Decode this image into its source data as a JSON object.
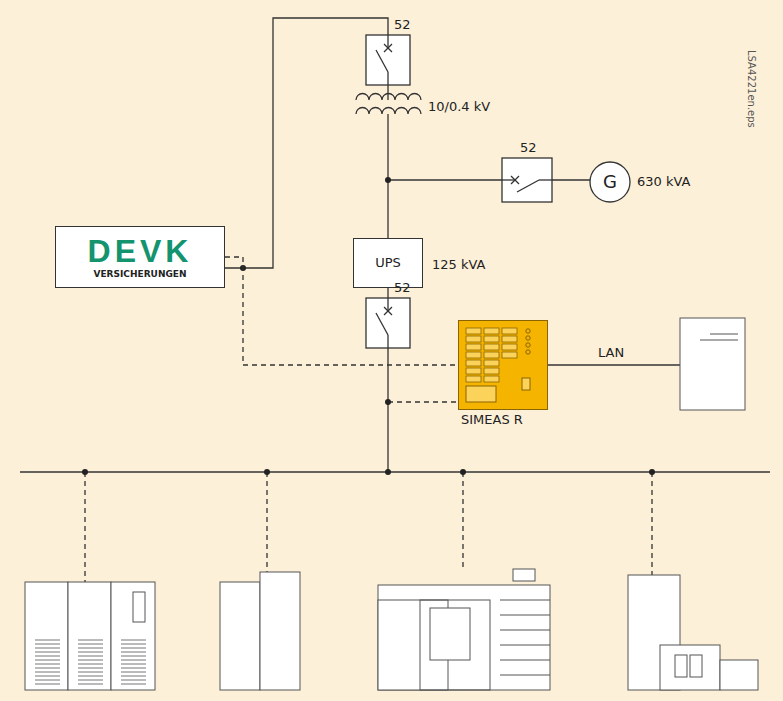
{
  "diagram": {
    "nodes": [
      {
        "text": [
          "DEVK",
          "VERSICHERUNGEN"
        ]
      },
      {
        "text": [
          "UPS"
        ]
      },
      {
        "text": [
          "G"
        ]
      },
      {
        "text": [
          "SIMEAS R"
        ]
      }
    ],
    "edges": [
      {
        "from": 0,
        "to": 3,
        "arrow": "none"
      }
    ],
    "labels": [
      "52",
      "10/0.4 kV",
      "52",
      "630 kVA",
      "125 kVA",
      "52",
      "LAN",
      "LSA4221en.eps"
    ]
  }
}
